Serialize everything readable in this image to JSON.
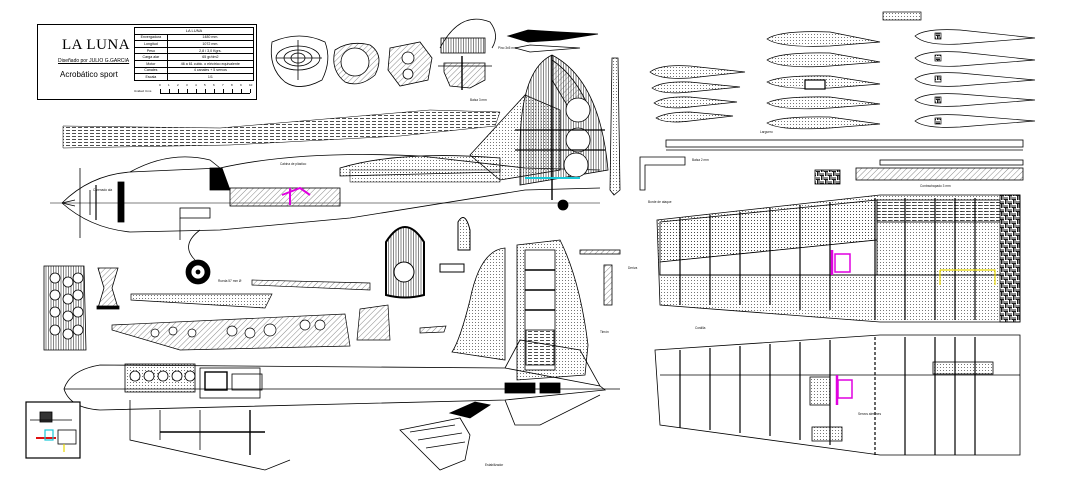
{
  "title_block": {
    "title": "LA LUNA",
    "designer": "Diseñado por JULIO G.GARCIA",
    "subtitle": "Acrobático sport",
    "spec_header": "LA LUNA",
    "specs": [
      {
        "label": "Envergadura",
        "value": "1480 mm."
      },
      {
        "label": "Longitud",
        "value": "1072 mm."
      },
      {
        "label": "Peso",
        "value": "2,8 / 3,0 Kgrs."
      },
      {
        "label": "Carga alar",
        "value": "65 gr/dm2"
      },
      {
        "label": "Motor",
        "value": "46 a 61 cubic. o eléctrico equivalente"
      },
      {
        "label": "Canales",
        "value": "4 canales + 5 servos"
      },
      {
        "label": "Escala",
        "value": "1/1"
      }
    ],
    "scale_label": "Unidad: Cms",
    "scale_ticks": [
      "0",
      "1",
      "2",
      "3",
      "4",
      "5",
      "6",
      "7",
      "8",
      "9",
      "10"
    ]
  },
  "callouts": {
    "carenado": "Carenado ala",
    "cabina": "Cabina de plástico",
    "balsa_3": "Balsa 3 mm",
    "balsa_2": "Balsa 2 mm",
    "contrachapado": "Contrachapado 3 mm",
    "rueda": "Rueda 57 mm Ø",
    "pino": "Pino 3x5 mm",
    "borde_ataque": "Borde de ataque",
    "larguero": "Larguero",
    "costilla": "Costilla",
    "servos": "Servos alerones",
    "deriva": "Deriva",
    "timon": "Timón",
    "estabilizador": "Estabilizador"
  },
  "colors": {
    "line": "#000000",
    "hatch": "#555555",
    "accent_magenta": "#e000e0",
    "accent_cyan": "#18c8d8",
    "accent_red": "#e01010",
    "accent_yellow": "#e8d800"
  }
}
